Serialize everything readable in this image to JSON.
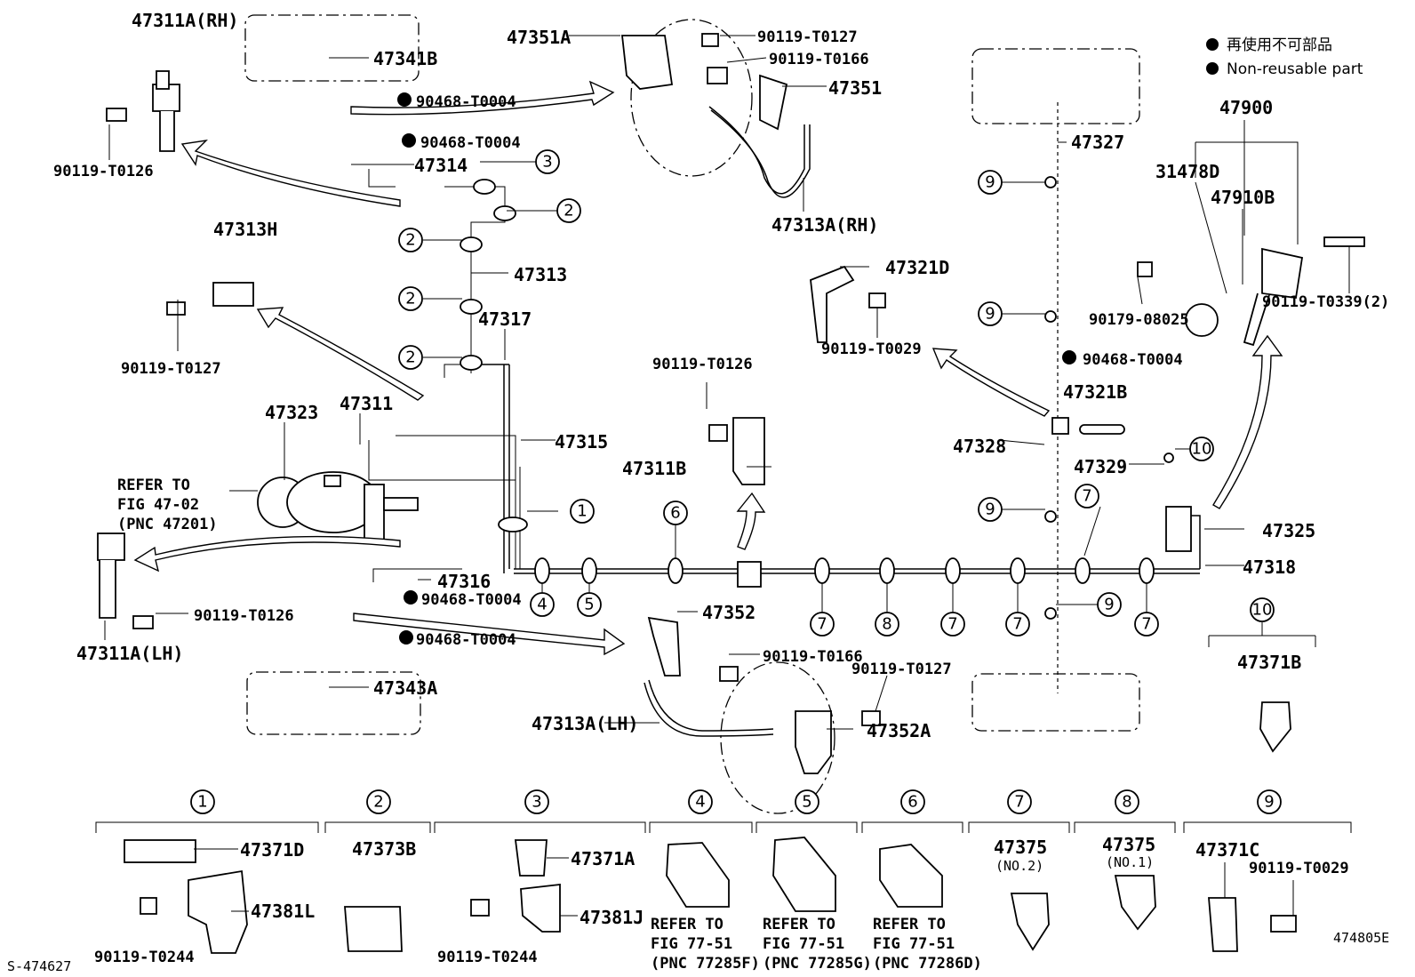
{
  "legend": {
    "jp": "再使用不可部品",
    "en": "Non-reusable part"
  },
  "footer": {
    "left": "S-474627",
    "right": "474805E"
  },
  "labels": {
    "p47311A_RH": "47311A(RH)",
    "p47341B": "47341B",
    "p90119_T0126_tl": "90119-T0126",
    "p90468_a": "90468-T0004",
    "p90468_b": "90468-T0004",
    "p47314": "47314",
    "p47351A": "47351A",
    "p90119_T0127_t": "90119-T0127",
    "p90119_T0166_t": "90119-T0166",
    "p47351": "47351",
    "p47313A_RH": "47313A(RH)",
    "p47313H": "47313H",
    "p90119_T0127_l": "90119-T0127",
    "p47313": "47313",
    "p47317": "47317",
    "p47323": "47323",
    "p47311": "47311",
    "p47315": "47315",
    "refer_a1": "REFER TO",
    "refer_a2": "FIG 47-02",
    "refer_a3": "(PNC 47201)",
    "p47316": "47316",
    "p90468_c": "90468-T0004",
    "p90468_d": "90468-T0004",
    "p90119_T0126_l": "90119-T0126",
    "p47311A_LH": "47311A(LH)",
    "p47343A": "47343A",
    "p90119_T0126_m": "90119-T0126",
    "p47311B": "47311B",
    "p47352": "47352",
    "p90119_T0166_m": "90119-T0166",
    "p90119_T0127_m": "90119-T0127",
    "p47313A_LH": "47313A(LH)",
    "p47352A": "47352A",
    "p47321D": "47321D",
    "p90119_T0029_m": "90119-T0029",
    "p47327": "47327",
    "p90468_e": "90468-T0004",
    "p47321B": "47321B",
    "p47328": "47328",
    "p47329": "47329",
    "p47325": "47325",
    "p47318": "47318",
    "p47900": "47900",
    "p31478D": "31478D",
    "p47910B": "47910B",
    "p90179": "90179-08025",
    "p90119_T0339": "90119-T0339(2)",
    "p47371B": "47371B"
  },
  "callouts": [
    "1",
    "2",
    "3",
    "4",
    "5",
    "6",
    "7",
    "8",
    "9",
    "10"
  ],
  "legend_boxes": {
    "b1_a": "47371D",
    "b1_b": "47381L",
    "b1_c": "90119-T0244",
    "b2_a": "47373B",
    "b3_a": "47371A",
    "b3_b": "47381J",
    "b3_c": "90119-T0244",
    "b4_1": "REFER TO",
    "b4_2": "FIG 77-51",
    "b4_3": "(PNC 77285F)",
    "b5_1": "REFER TO",
    "b5_2": "FIG 77-51",
    "b5_3": "(PNC 77285G)",
    "b6_1": "REFER TO",
    "b6_2": "FIG 77-51",
    "b6_3": "(PNC 77286D)",
    "b7_a": "47375",
    "b7_b": "(NO.2)",
    "b8_a": "47375",
    "b8_b": "(NO.1)",
    "b9_a": "47371C",
    "b9_b": "90119-T0029"
  }
}
